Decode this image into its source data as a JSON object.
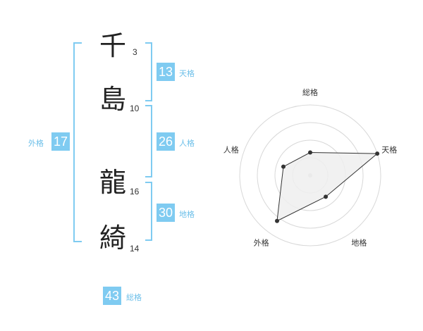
{
  "name": {
    "characters": [
      {
        "char": "千",
        "strokes": "3"
      },
      {
        "char": "島",
        "strokes": "10"
      },
      {
        "char": "龍",
        "strokes": "16"
      },
      {
        "char": "綺",
        "strokes": "14"
      }
    ]
  },
  "fortunes": {
    "tenkaku": {
      "value": "13",
      "label": "天格"
    },
    "jinkaku": {
      "value": "26",
      "label": "人格"
    },
    "chikaku": {
      "value": "30",
      "label": "地格"
    },
    "gaikaku": {
      "value": "17",
      "label": "外格"
    },
    "soukaku": {
      "value": "43",
      "label": "総格"
    }
  },
  "colors": {
    "accent": "#7fcbf1",
    "label": "#6cbfe9",
    "polygon_fill": "#eeeeee",
    "polygon_stroke": "#333333"
  },
  "chart_data": {
    "type": "radar",
    "axes": [
      "総格",
      "天格",
      "地格",
      "外格",
      "人格"
    ],
    "rings": 4,
    "max": 4,
    "values": [
      1.3,
      4.0,
      1.5,
      3.2,
      1.6
    ],
    "grid": true
  }
}
